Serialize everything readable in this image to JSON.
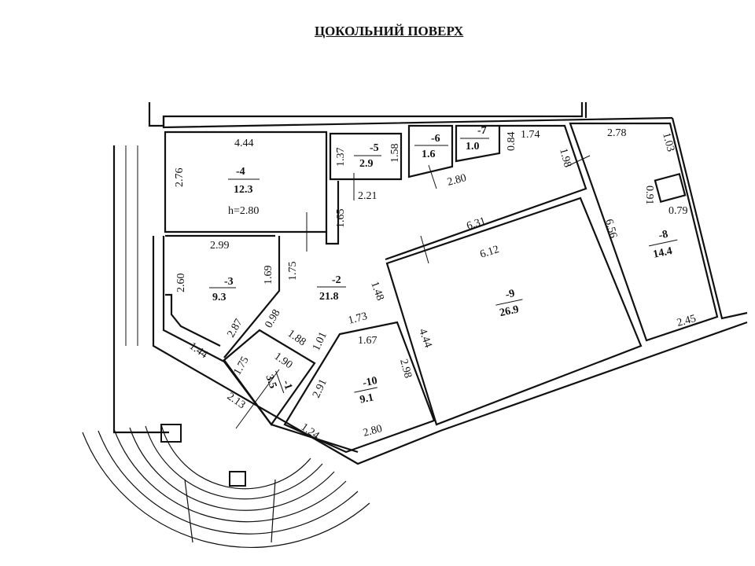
{
  "title": "ЦОКОЛЬНИЙ ПОВЕРХ",
  "height_note": "h=2.80",
  "rooms": [
    {
      "number": "-1",
      "area": "3.5"
    },
    {
      "number": "-2",
      "area": "21.8"
    },
    {
      "number": "-3",
      "area": "9.3"
    },
    {
      "number": "-4",
      "area": "12.3"
    },
    {
      "number": "-5",
      "area": "2.9"
    },
    {
      "number": "-6",
      "area": "1.6"
    },
    {
      "number": "-7",
      "area": "1.0"
    },
    {
      "number": "-8",
      "area": "14.4"
    },
    {
      "number": "-9",
      "area": "26.9"
    },
    {
      "number": "-10",
      "area": "9.1"
    }
  ],
  "dimensions": [
    "4.44",
    "2.76",
    "1.37",
    "1.58",
    "2.21",
    "1.65",
    "2.80",
    "0.84",
    "1.74",
    "1.98",
    "2.78",
    "1.03",
    "0.91",
    "0.79",
    "6.56",
    "2.45",
    "6.31",
    "6.12",
    "2.99",
    "1.69",
    "1.75",
    "2.60",
    "2.87",
    "1.44",
    "0.98",
    "1.88",
    "1.01",
    "1.73",
    "1.67",
    "1.48",
    "4.44",
    "1.75",
    "1.90",
    "2.13",
    "2.91",
    "2.98",
    "1.24",
    "2.80"
  ]
}
